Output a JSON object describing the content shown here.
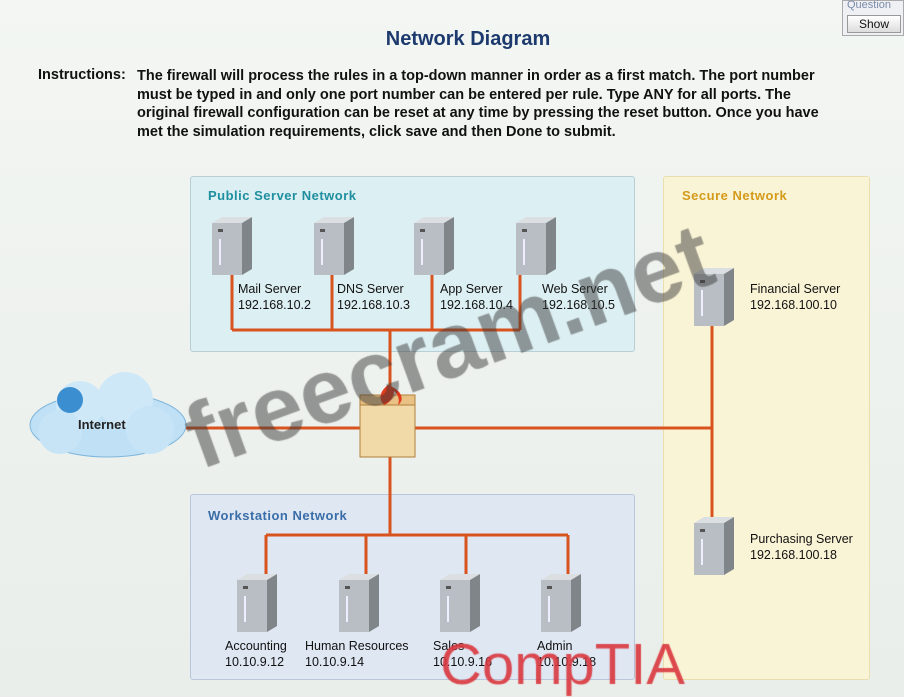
{
  "question_panel": {
    "label": "Question",
    "show_button": "Show"
  },
  "title": "Network Diagram",
  "instructions": {
    "label": "Instructions:",
    "text": "The firewall will process the rules in a top-down manner in order as a first match. The port number must be typed in and only one port number can be entered per rule. Type ANY for all ports. The original firewall configuration can be reset at any time by pressing the reset button. Once you have met the simulation requirements, click save and then Done to submit."
  },
  "zones": {
    "public": "Public Server Network",
    "workstation": "Workstation Network",
    "secure": "Secure Network"
  },
  "public_servers": [
    {
      "name": "Mail Server",
      "ip": "192.168.10.2"
    },
    {
      "name": "DNS Server",
      "ip": "192.168.10.3"
    },
    {
      "name": "App Server",
      "ip": "192.168.10.4"
    },
    {
      "name": "Web Server",
      "ip": "192.168.10.5"
    }
  ],
  "secure_servers": [
    {
      "name": "Financial Server",
      "ip": "192.168.100.10"
    },
    {
      "name": "Purchasing Server",
      "ip": "192.168.100.18"
    }
  ],
  "workstations": [
    {
      "name": "Accounting",
      "ip": "10.10.9.12"
    },
    {
      "name": "Human Resources",
      "ip": "10.10.9.14"
    },
    {
      "name": "Sales",
      "ip": "10.10.9.16"
    },
    {
      "name": "Admin",
      "ip": "10.10.9.18"
    }
  ],
  "internet_label": "Internet",
  "watermark": "freecram.net",
  "logo": "CompTIA",
  "colors": {
    "link": "#d9531e",
    "title": "#1d3a6e",
    "public_label": "#1f8fa0",
    "secure_label": "#d49a1a",
    "ws_label": "#3a6ea8"
  }
}
